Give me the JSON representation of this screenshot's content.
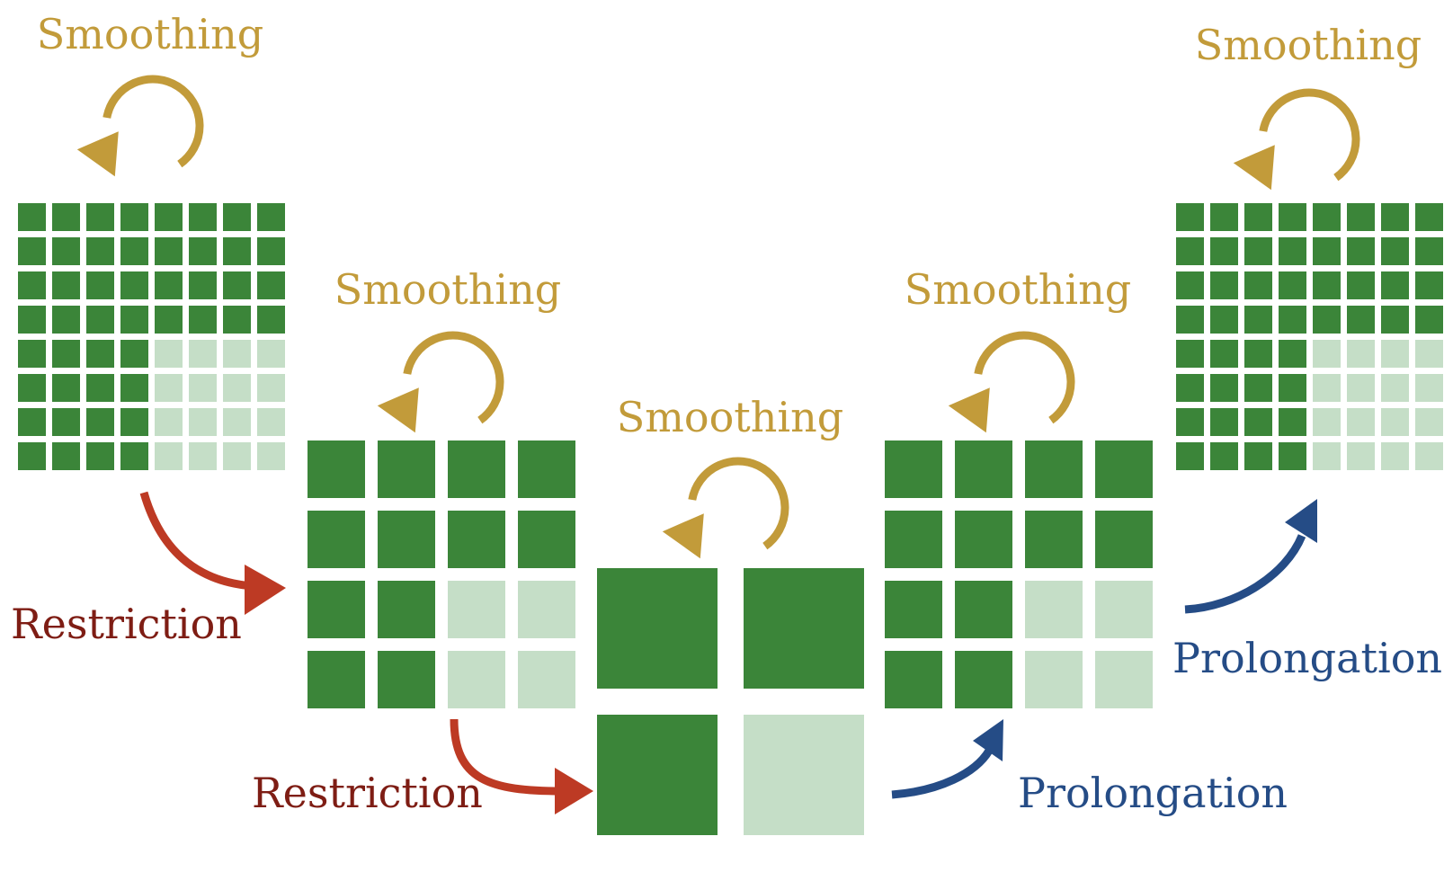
{
  "colors": {
    "cell_dark": "#3b8539",
    "cell_light": "#c5dec7",
    "smoothing": "#c29b3a",
    "restriction_arrow": "#bd3a24",
    "restriction_text": "#7e1d14",
    "prolongation": "#254c86"
  },
  "labels": {
    "smoothing": "Smoothing",
    "restriction": "Restriction",
    "prolongation": "Prolongation"
  },
  "grids": [
    {
      "id": "fine-left",
      "size": 8,
      "light_rows_from": 4,
      "light_cols_from": 4
    },
    {
      "id": "mid-left",
      "size": 4,
      "light_rows_from": 2,
      "light_cols_from": 2
    },
    {
      "id": "coarse",
      "size": 2,
      "light_rows_from": 1,
      "light_cols_from": 1
    },
    {
      "id": "mid-right",
      "size": 4,
      "light_rows_from": 2,
      "light_cols_from": 2
    },
    {
      "id": "fine-right",
      "size": 8,
      "light_rows_from": 4,
      "light_cols_from": 4
    }
  ]
}
